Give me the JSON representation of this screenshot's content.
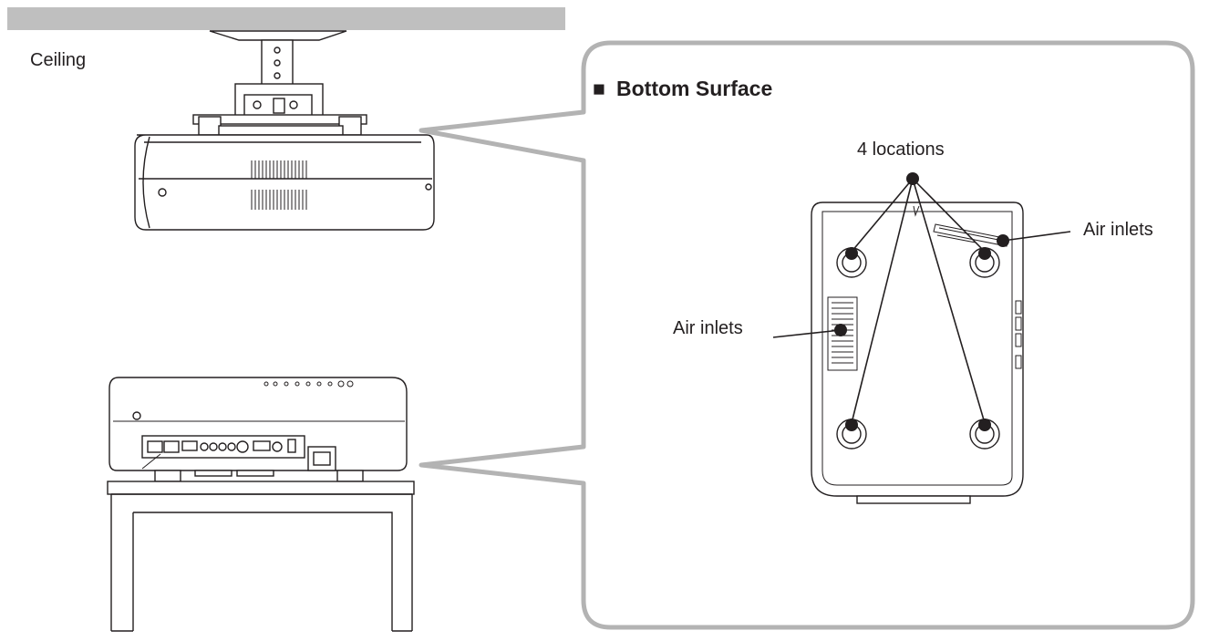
{
  "labels": {
    "ceiling": "Ceiling",
    "section_marker": "■",
    "section_title": "Bottom Surface",
    "locations": "4 locations",
    "air_inlets_right": "Air inlets",
    "air_inlets_left": "Air inlets"
  },
  "colors": {
    "line": "#231f20",
    "callout": "#b3b3b3",
    "ceiling_band": "#bfbfbf"
  }
}
